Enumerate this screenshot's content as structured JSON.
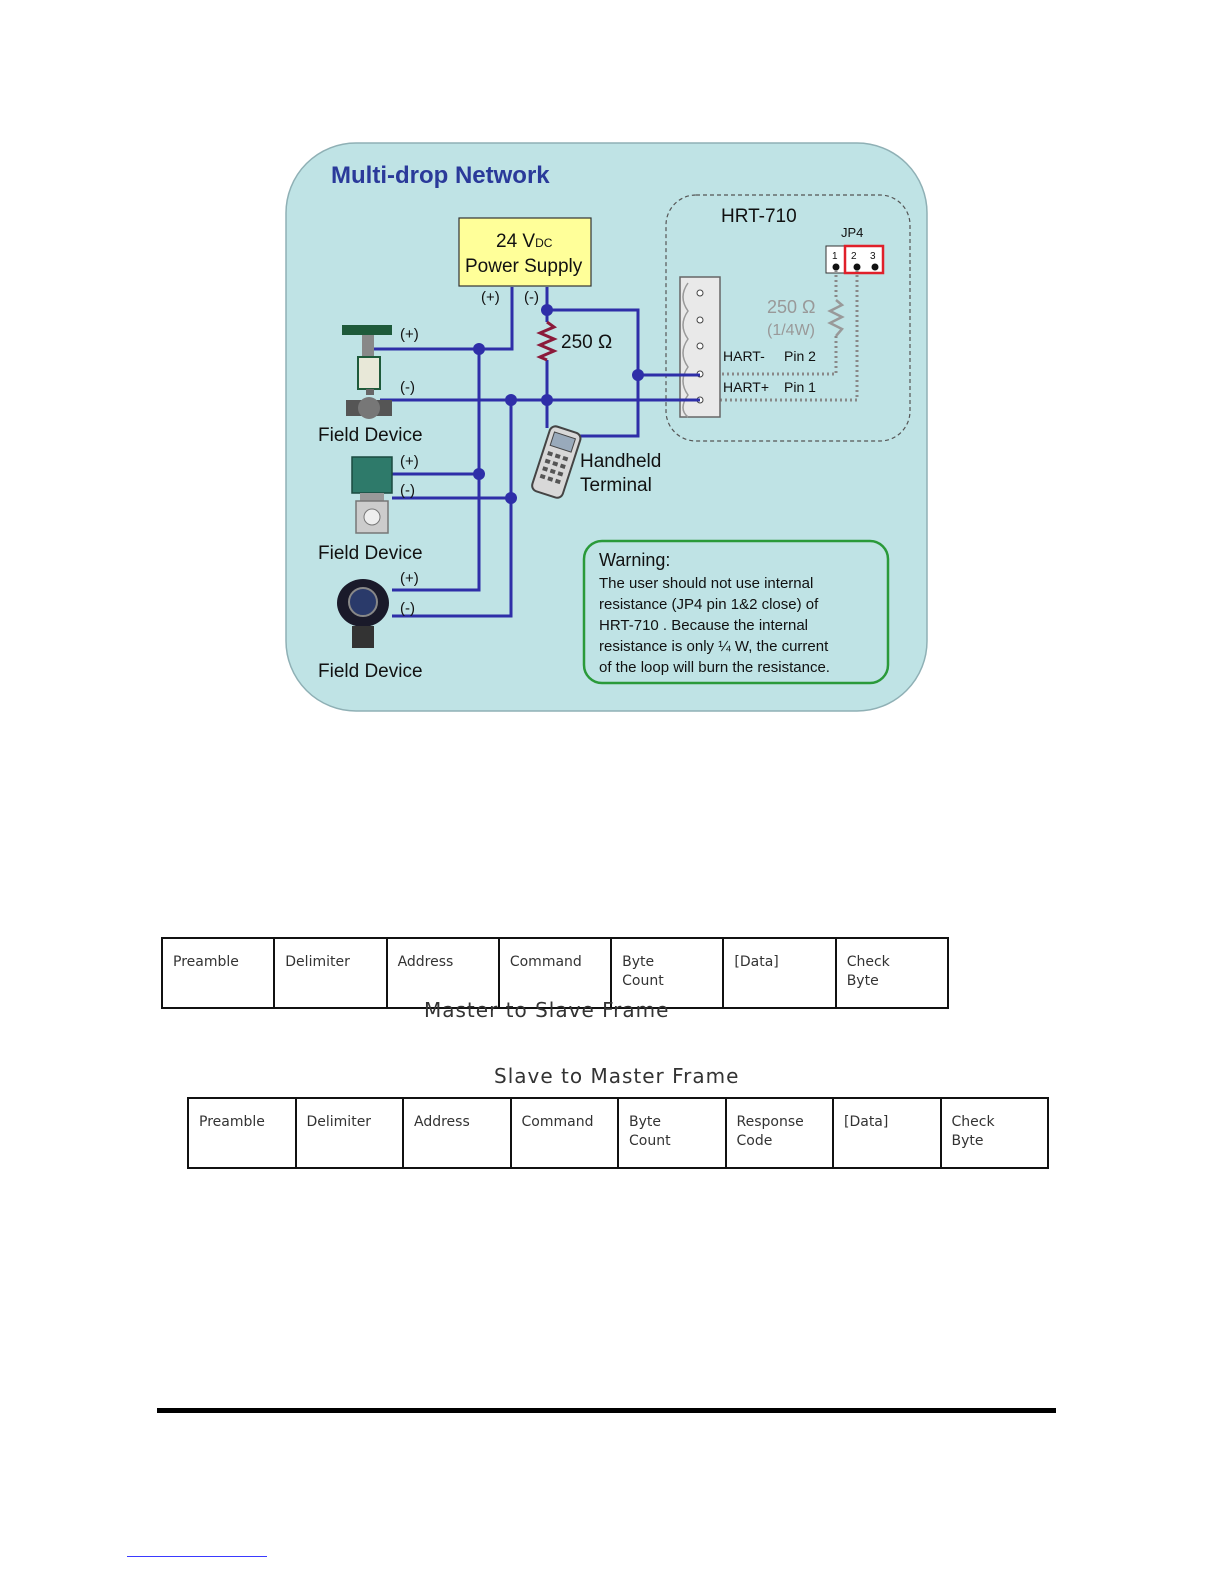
{
  "diagram": {
    "title": "Multi-drop Network",
    "power_supply": {
      "line1": "24 V",
      "sub": "DC",
      "line2": "Power Supply",
      "plus": "(+)",
      "minus": "(-)"
    },
    "resistor_external": "250 Ω",
    "hrt": {
      "name": "HRT-710",
      "jumper": "JP4",
      "pins": [
        "1",
        "2",
        "3"
      ],
      "internal_resistor": "250 Ω",
      "internal_resistor_power": "(1/4W)",
      "hart_minus": "HART-",
      "pin2": "Pin 2",
      "hart_plus": "HART+",
      "pin1": "Pin 1"
    },
    "handheld": {
      "line1": "Handheld",
      "line2": "Terminal"
    },
    "field_devices": [
      {
        "label": "Field Device",
        "plus": "(+)",
        "minus": "(-)"
      },
      {
        "label": "Field Device",
        "plus": "(+)",
        "minus": "(-)"
      },
      {
        "label": "Field Device",
        "plus": "(+)",
        "minus": "(-)"
      }
    ],
    "warning": {
      "title": "Warning:",
      "lines": [
        "The user should not use internal",
        "resistance (JP4 pin 1&2 close) of",
        "HRT-710 .   Because the internal",
        "resistance is only ¼ W, the current",
        "of the loop will burn the resistance."
      ]
    },
    "colors": {
      "background": "#bfe3e5",
      "wire": "#2e2ea8",
      "title": "#2a3a9a",
      "resistor": "#8b1a3a",
      "warning_border": "#2a9a3a",
      "jumper_highlight": "#e0202a",
      "power_box": "#ffff99"
    }
  },
  "master_frame": {
    "caption": "Master to Slave Frame",
    "fields": [
      "Preamble",
      "Delimiter",
      "Address",
      "Command",
      "Byte\nCount",
      "[Data]",
      "Check\nByte"
    ]
  },
  "slave_frame": {
    "caption": "Slave to Master Frame",
    "fields": [
      "Preamble",
      "Delimiter",
      "Address",
      "Command",
      "Byte\nCount",
      "Response\nCode",
      "[Data]",
      "Check\nByte"
    ]
  }
}
